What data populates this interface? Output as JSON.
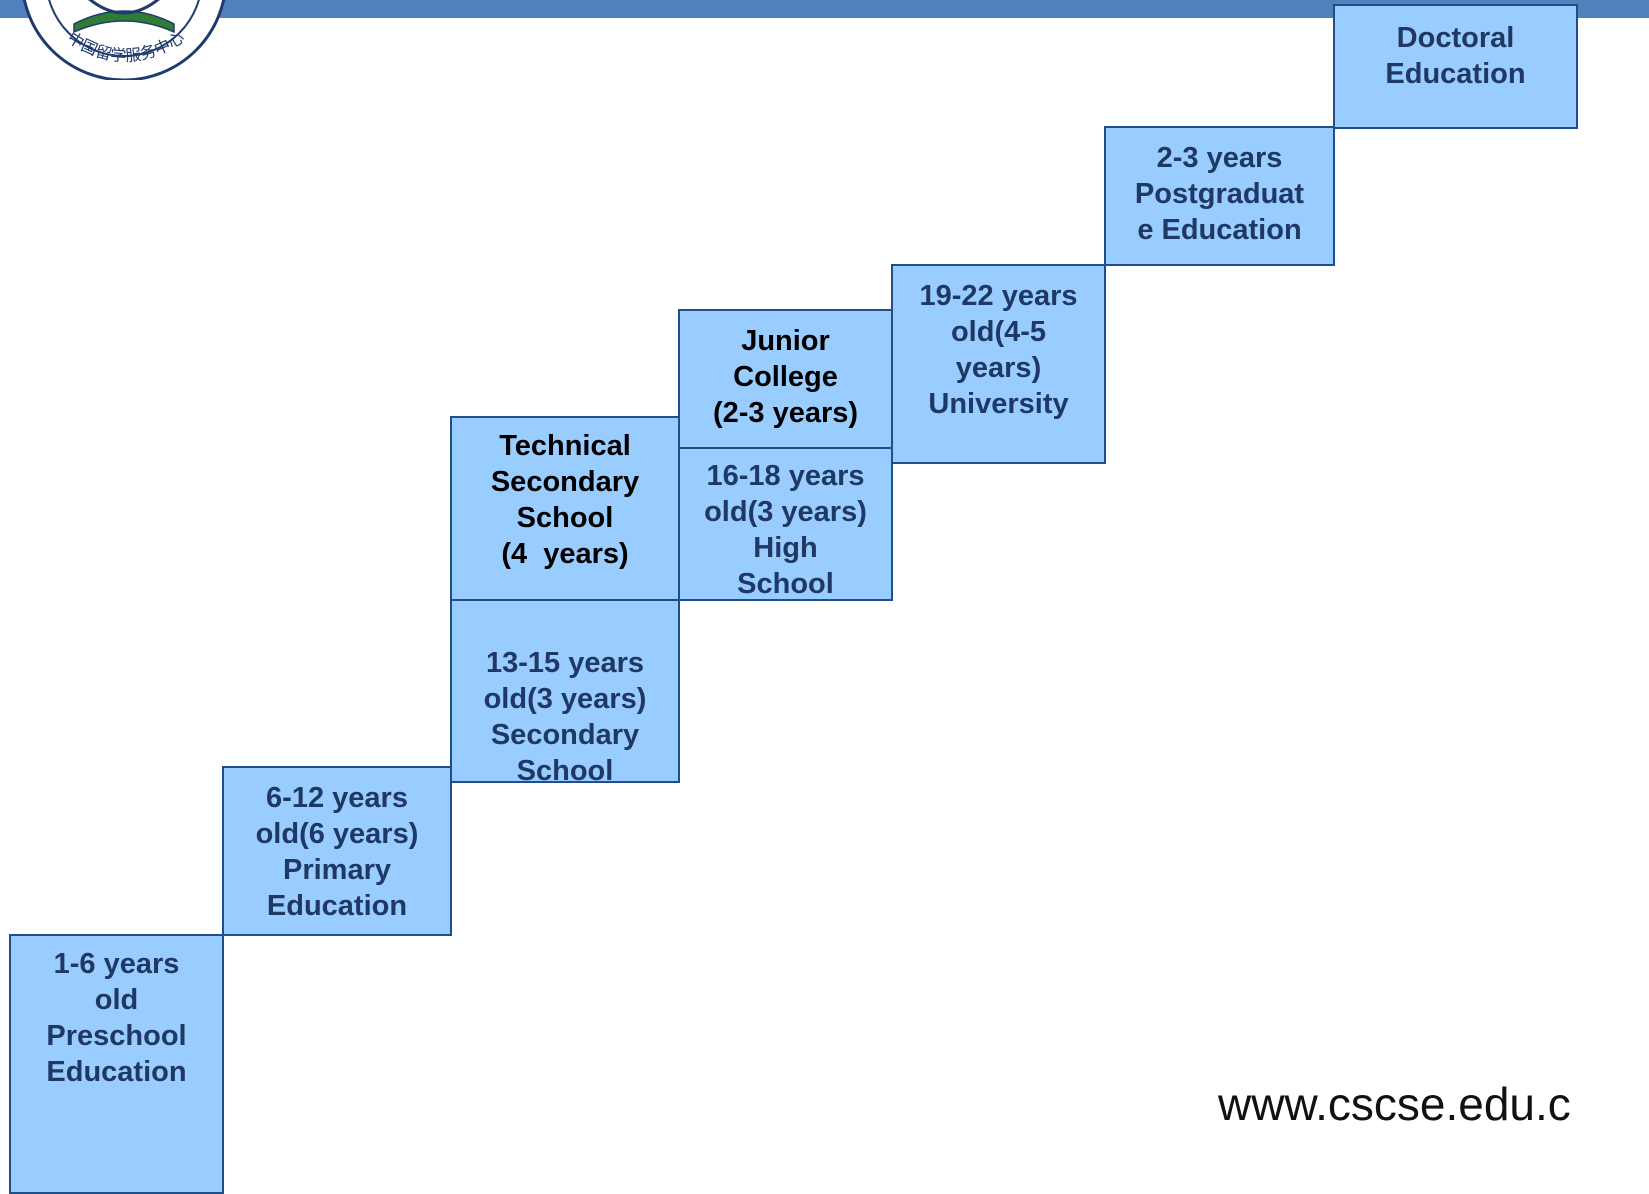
{
  "header": {
    "bar_color": "#4f81bd"
  },
  "logo": {
    "text": "中国留学服务中心",
    "icon": "cscse-emblem-icon"
  },
  "colors": {
    "box_fill": "#99ccff",
    "box_border": "#1f4e8a",
    "text_navy": "#1f3864",
    "text_black": "#000000"
  },
  "boxes": {
    "preschool": {
      "lines": [
        "1-6 years",
        "old",
        "Preschool",
        "Education"
      ]
    },
    "primary": {
      "lines": [
        "6-12 years",
        "old(6 years)",
        "Primary",
        "Education"
      ]
    },
    "secondary": {
      "lines": [
        "13-15 years",
        "old(3 years)",
        "Secondary",
        "School"
      ]
    },
    "technical": {
      "lines": [
        "Technical",
        "Secondary",
        "School",
        "(4  years)"
      ]
    },
    "high": {
      "lines": [
        "16-18 years",
        "old(3 years)",
        "High",
        "School"
      ]
    },
    "junior": {
      "lines": [
        "Junior",
        "College",
        "(2-3 years)"
      ]
    },
    "university": {
      "lines": [
        "19-22 years",
        "old(4-5",
        "years)",
        "University"
      ]
    },
    "postgraduate": {
      "lines": [
        "2-3 years",
        "Postgraduat",
        "e Education"
      ]
    },
    "doctoral": {
      "lines": [
        "Doctoral",
        "Education"
      ]
    }
  },
  "footer": {
    "url": "www.cscse.edu.c"
  }
}
